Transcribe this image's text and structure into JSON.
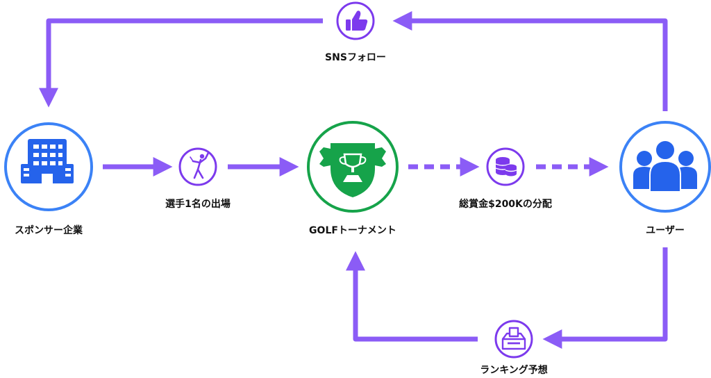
{
  "colors": {
    "arrow": "#8b5cf6",
    "icon_blue": "#2563eb",
    "ring_blue": "#3b82f6",
    "icon_green": "#16a34a",
    "icon_purple": "#7c3aed",
    "text": "#111111"
  },
  "nodes": {
    "sponsor": {
      "label": "スポンサー企業",
      "icon": "office-building-icon"
    },
    "player": {
      "label": "選手1名の出場",
      "icon": "golfer-swing-icon"
    },
    "tournament": {
      "label": "GOLFトーナメント",
      "icon": "trophy-shield-icon"
    },
    "prize": {
      "label": "総賞金$200Kの分配",
      "icon": "coin-stack-icon"
    },
    "users": {
      "label": "ユーザー",
      "icon": "user-group-icon"
    },
    "sns": {
      "label": "SNSフォロー",
      "icon": "thumbs-up-icon"
    },
    "ranking": {
      "label": "ランキング予想",
      "icon": "ballot-box-icon"
    }
  }
}
